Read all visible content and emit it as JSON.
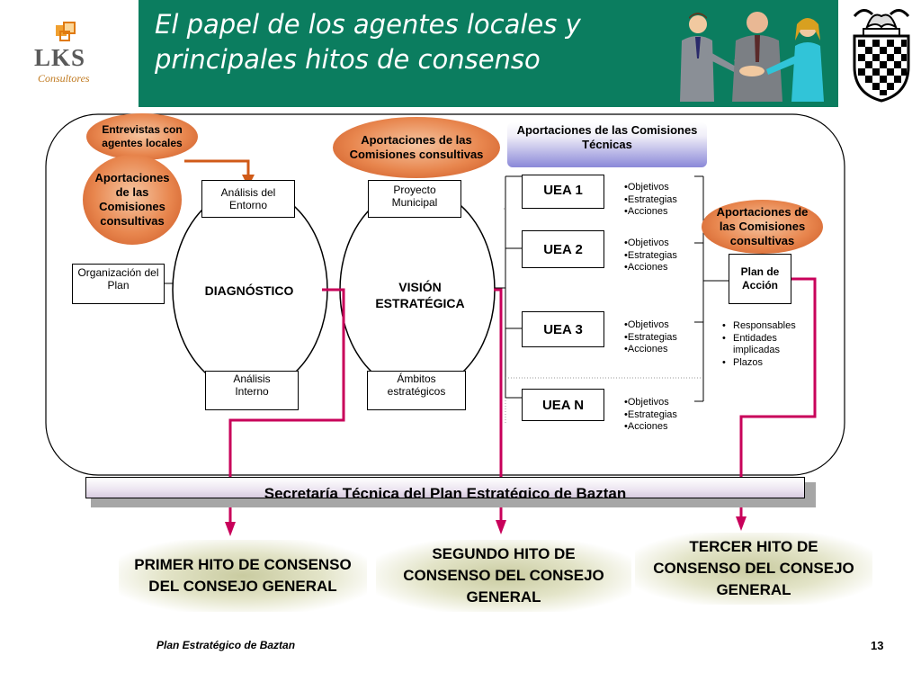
{
  "header": {
    "title": "El papel de los agentes locales y\nprincipales hitos de consenso"
  },
  "logo": {
    "name": "LKS",
    "sub": "Consultores"
  },
  "diagram": {
    "entrevistas": "Entrevistas con agentes locales",
    "aport_left": "Aportaciones de las Comisiones consultivas",
    "aport_center": "Aportaciones de las Comisiones consultivas",
    "aport_tecnicas": "Aportaciones de las Comisiones Técnicas",
    "aport_right": "Aportaciones de las Comisiones consultivas",
    "analisis_entorno": "Análisis del Entorno",
    "organizacion": "Organización del Plan",
    "diagnostico": "DIAGNÓSTICO",
    "analisis_interno": "Análisis Interno",
    "proyecto": "Proyecto Municipal",
    "vision": "VISIÓN ESTRATÉGICA",
    "ambitos": "Ámbitos estratégicos",
    "uea1": "UEA 1",
    "uea2": "UEA 2",
    "uea3": "UEA 3",
    "ueaN": "UEA N",
    "bullets": [
      "•Objetivos",
      "•Estrategias",
      "•Acciones"
    ],
    "plan_accion": "Plan de Acción",
    "plan_items": [
      "Responsables",
      "Entidades implicadas",
      "Plazos"
    ]
  },
  "secretaria": "Secretaría Técnica del Plan Estratégico de Baztan",
  "hitos": {
    "primero": "PRIMER HITO DE CONSENSO DEL CONSEJO GENERAL",
    "segundo": "SEGUNDO HITO DE CONSENSO DEL CONSEJO GENERAL",
    "tercero": "TERCER HITO DE CONSENSO DEL CONSEJO GENERAL"
  },
  "footer": {
    "left": "Plan Estratégico de Baztan",
    "page": "13"
  },
  "colors": {
    "header": "#0b7d5f",
    "arrow_magenta": "#c8005a",
    "arrow_orange": "#d05a18"
  }
}
